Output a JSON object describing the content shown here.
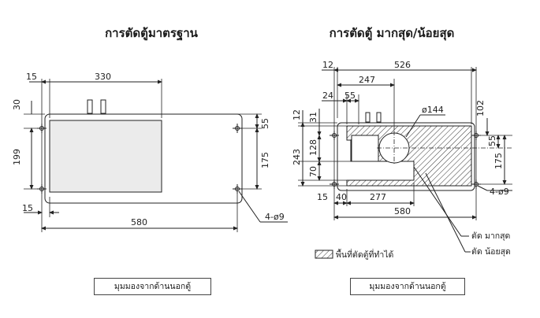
{
  "titles": {
    "standard": "การตัดตู้มาตรฐาน",
    "max_min": "การตัดตู้ มากสุด/น้อยสุด"
  },
  "captions": {
    "left": "มุมมองจากด้านนอกตู้",
    "right": "มุมมองจากด้านนอกตู้"
  },
  "left_dims": {
    "d15_top": "15",
    "d330": "330",
    "d30": "30",
    "d199": "199",
    "d55": "55",
    "d175": "175",
    "d15_bottom": "15",
    "d580": "580",
    "holes": "4-ø9"
  },
  "right_dims": {
    "d12_top": "12",
    "d526": "526",
    "d247": "247",
    "d24": "24",
    "d55_top": "55",
    "d144": "ø144",
    "d102": "102",
    "d12_left": "12",
    "d31": "31",
    "d55_right": "55",
    "d243": "243",
    "d128": "128",
    "d175": "175",
    "d70": "70",
    "d15": "15",
    "d40": "40",
    "d277": "277",
    "holes": "4-ø9",
    "d580": "580"
  },
  "legend": {
    "cuttable_area": "พื้นที่ตัดตู้ที่ทำได้",
    "cut_max": "ตัด มากสุด",
    "cut_min": "ตัด น้อยสุด"
  },
  "colors": {
    "line": "#222222",
    "panel_fill": "#ebebeb",
    "hatch": "#333333"
  }
}
